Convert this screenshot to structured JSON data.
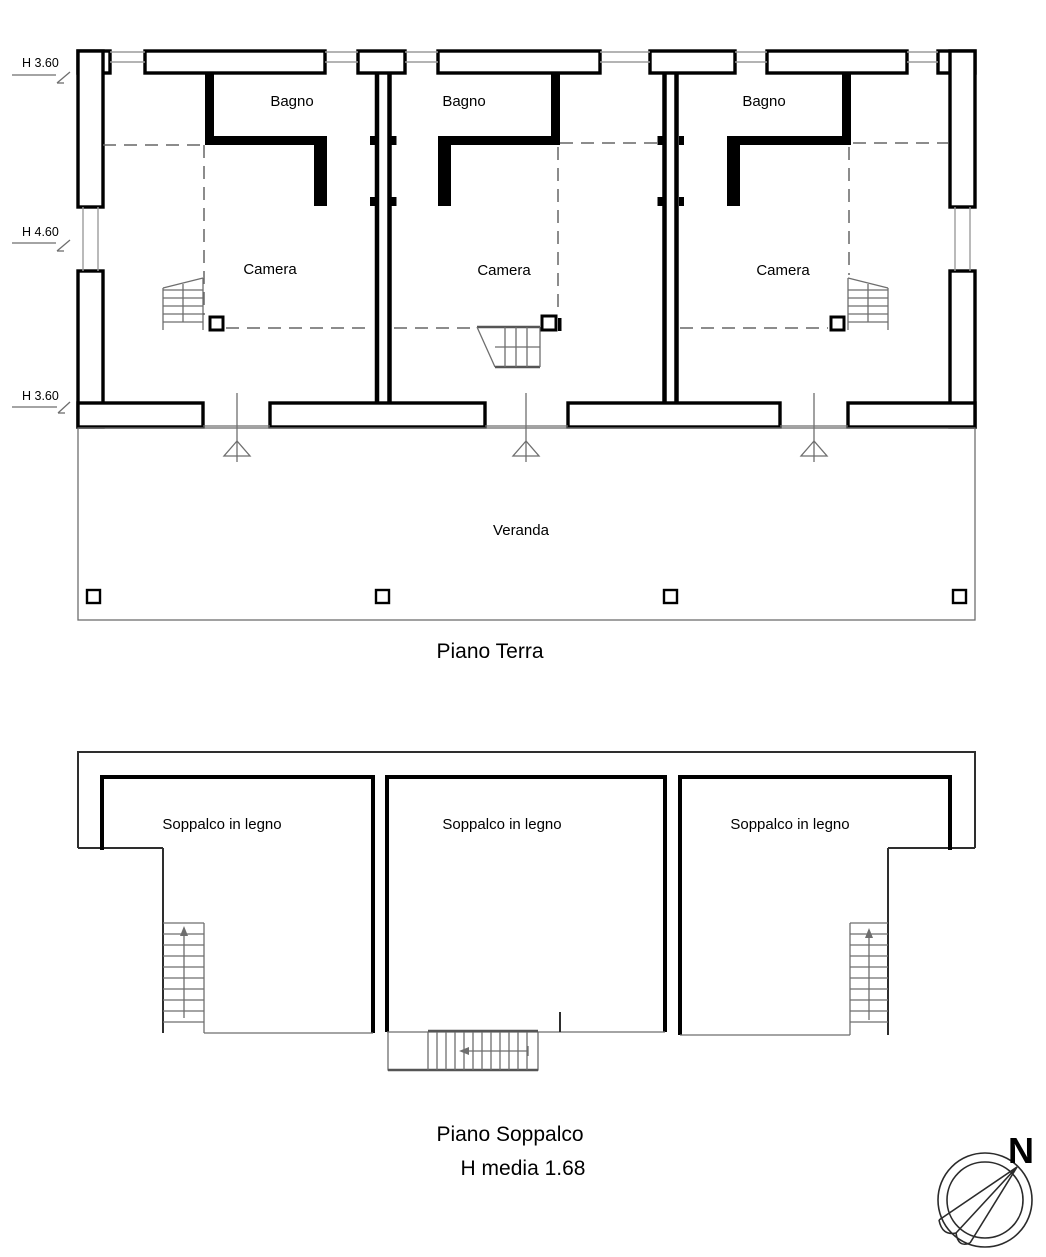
{
  "drawing": {
    "background_color": "#ffffff",
    "ink_color": "#000000",
    "thin_line_color": "#6e6e6e"
  },
  "ground_floor": {
    "title": "Piano Terra",
    "height_annotations": [
      "H 3.60",
      "H 4.60",
      "H 3.60"
    ],
    "bagno_labels": [
      "Bagno",
      "Bagno",
      "Bagno"
    ],
    "camera_labels": [
      "Camera",
      "Camera",
      "Camera"
    ],
    "veranda_label": "Veranda"
  },
  "mezzanine": {
    "title": "Piano Soppalco",
    "average_height_label": "H media 1.68",
    "loft_labels": [
      "Soppalco in legno",
      "Soppalco in legno",
      "Soppalco in legno"
    ]
  },
  "compass": {
    "north_label": "N"
  }
}
